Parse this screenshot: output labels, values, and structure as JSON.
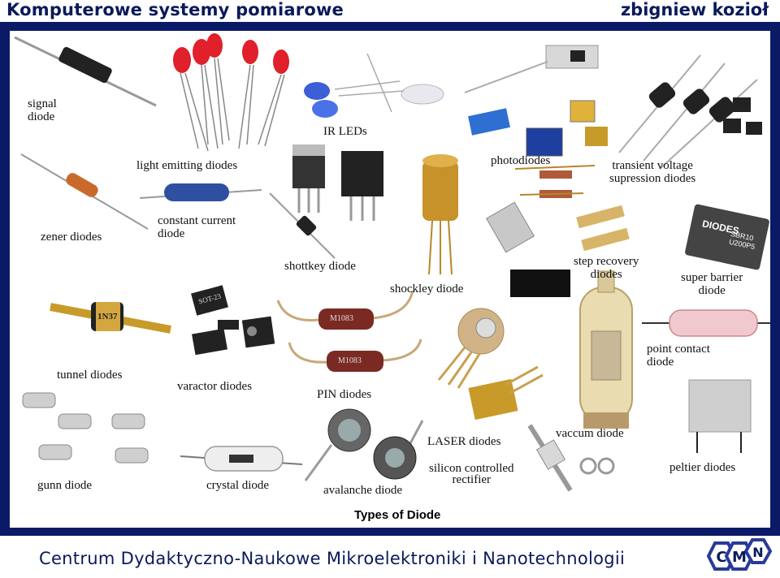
{
  "header": {
    "title": "Komputerowe systemy pomiarowe",
    "author": "zbigniew kozioł"
  },
  "labels": {
    "signal": "signal\ndiode",
    "led": "light emitting diodes",
    "ir": "IR LEDs",
    "photo": "photodiodes",
    "tvs": "transient voltage\nsupression diodes",
    "zener": "zener diodes",
    "constant": "constant current\ndiode",
    "shottkey": "shottkey diode",
    "shockley": "shockley diode",
    "step": "step recovery\ndiodes",
    "superbarrier": "super barrier\ndiode",
    "tunnel": "tunnel diodes",
    "varactor": "varactor diodes",
    "pin": "PIN diodes",
    "point": "point contact\ndiode",
    "vaccum": "vaccum diode",
    "laser": "LASER diodes",
    "scr": "silicon controlled\nrectifier",
    "peltier": "peltier diodes",
    "gunn": "gunn diode",
    "crystal": "crystal diode",
    "avalanche": "avalanche diode"
  },
  "component_markings": {
    "diodes_logo": "DIODES",
    "sbr": "SBR10\nU200P5",
    "pin1": "M1083",
    "pin2": "M1083",
    "tunnel": "1N37",
    "varactor": "SOT-23"
  },
  "caption": "Types of Diode",
  "footer": {
    "text": "Centrum Dydaktyczno-Naukowe Mikroelektroniki i Nanotechnologii",
    "logo_letters": [
      "C",
      "M",
      "N"
    ]
  },
  "colors": {
    "frame": "#0b1a66",
    "title_text": "#0a1a5a"
  }
}
